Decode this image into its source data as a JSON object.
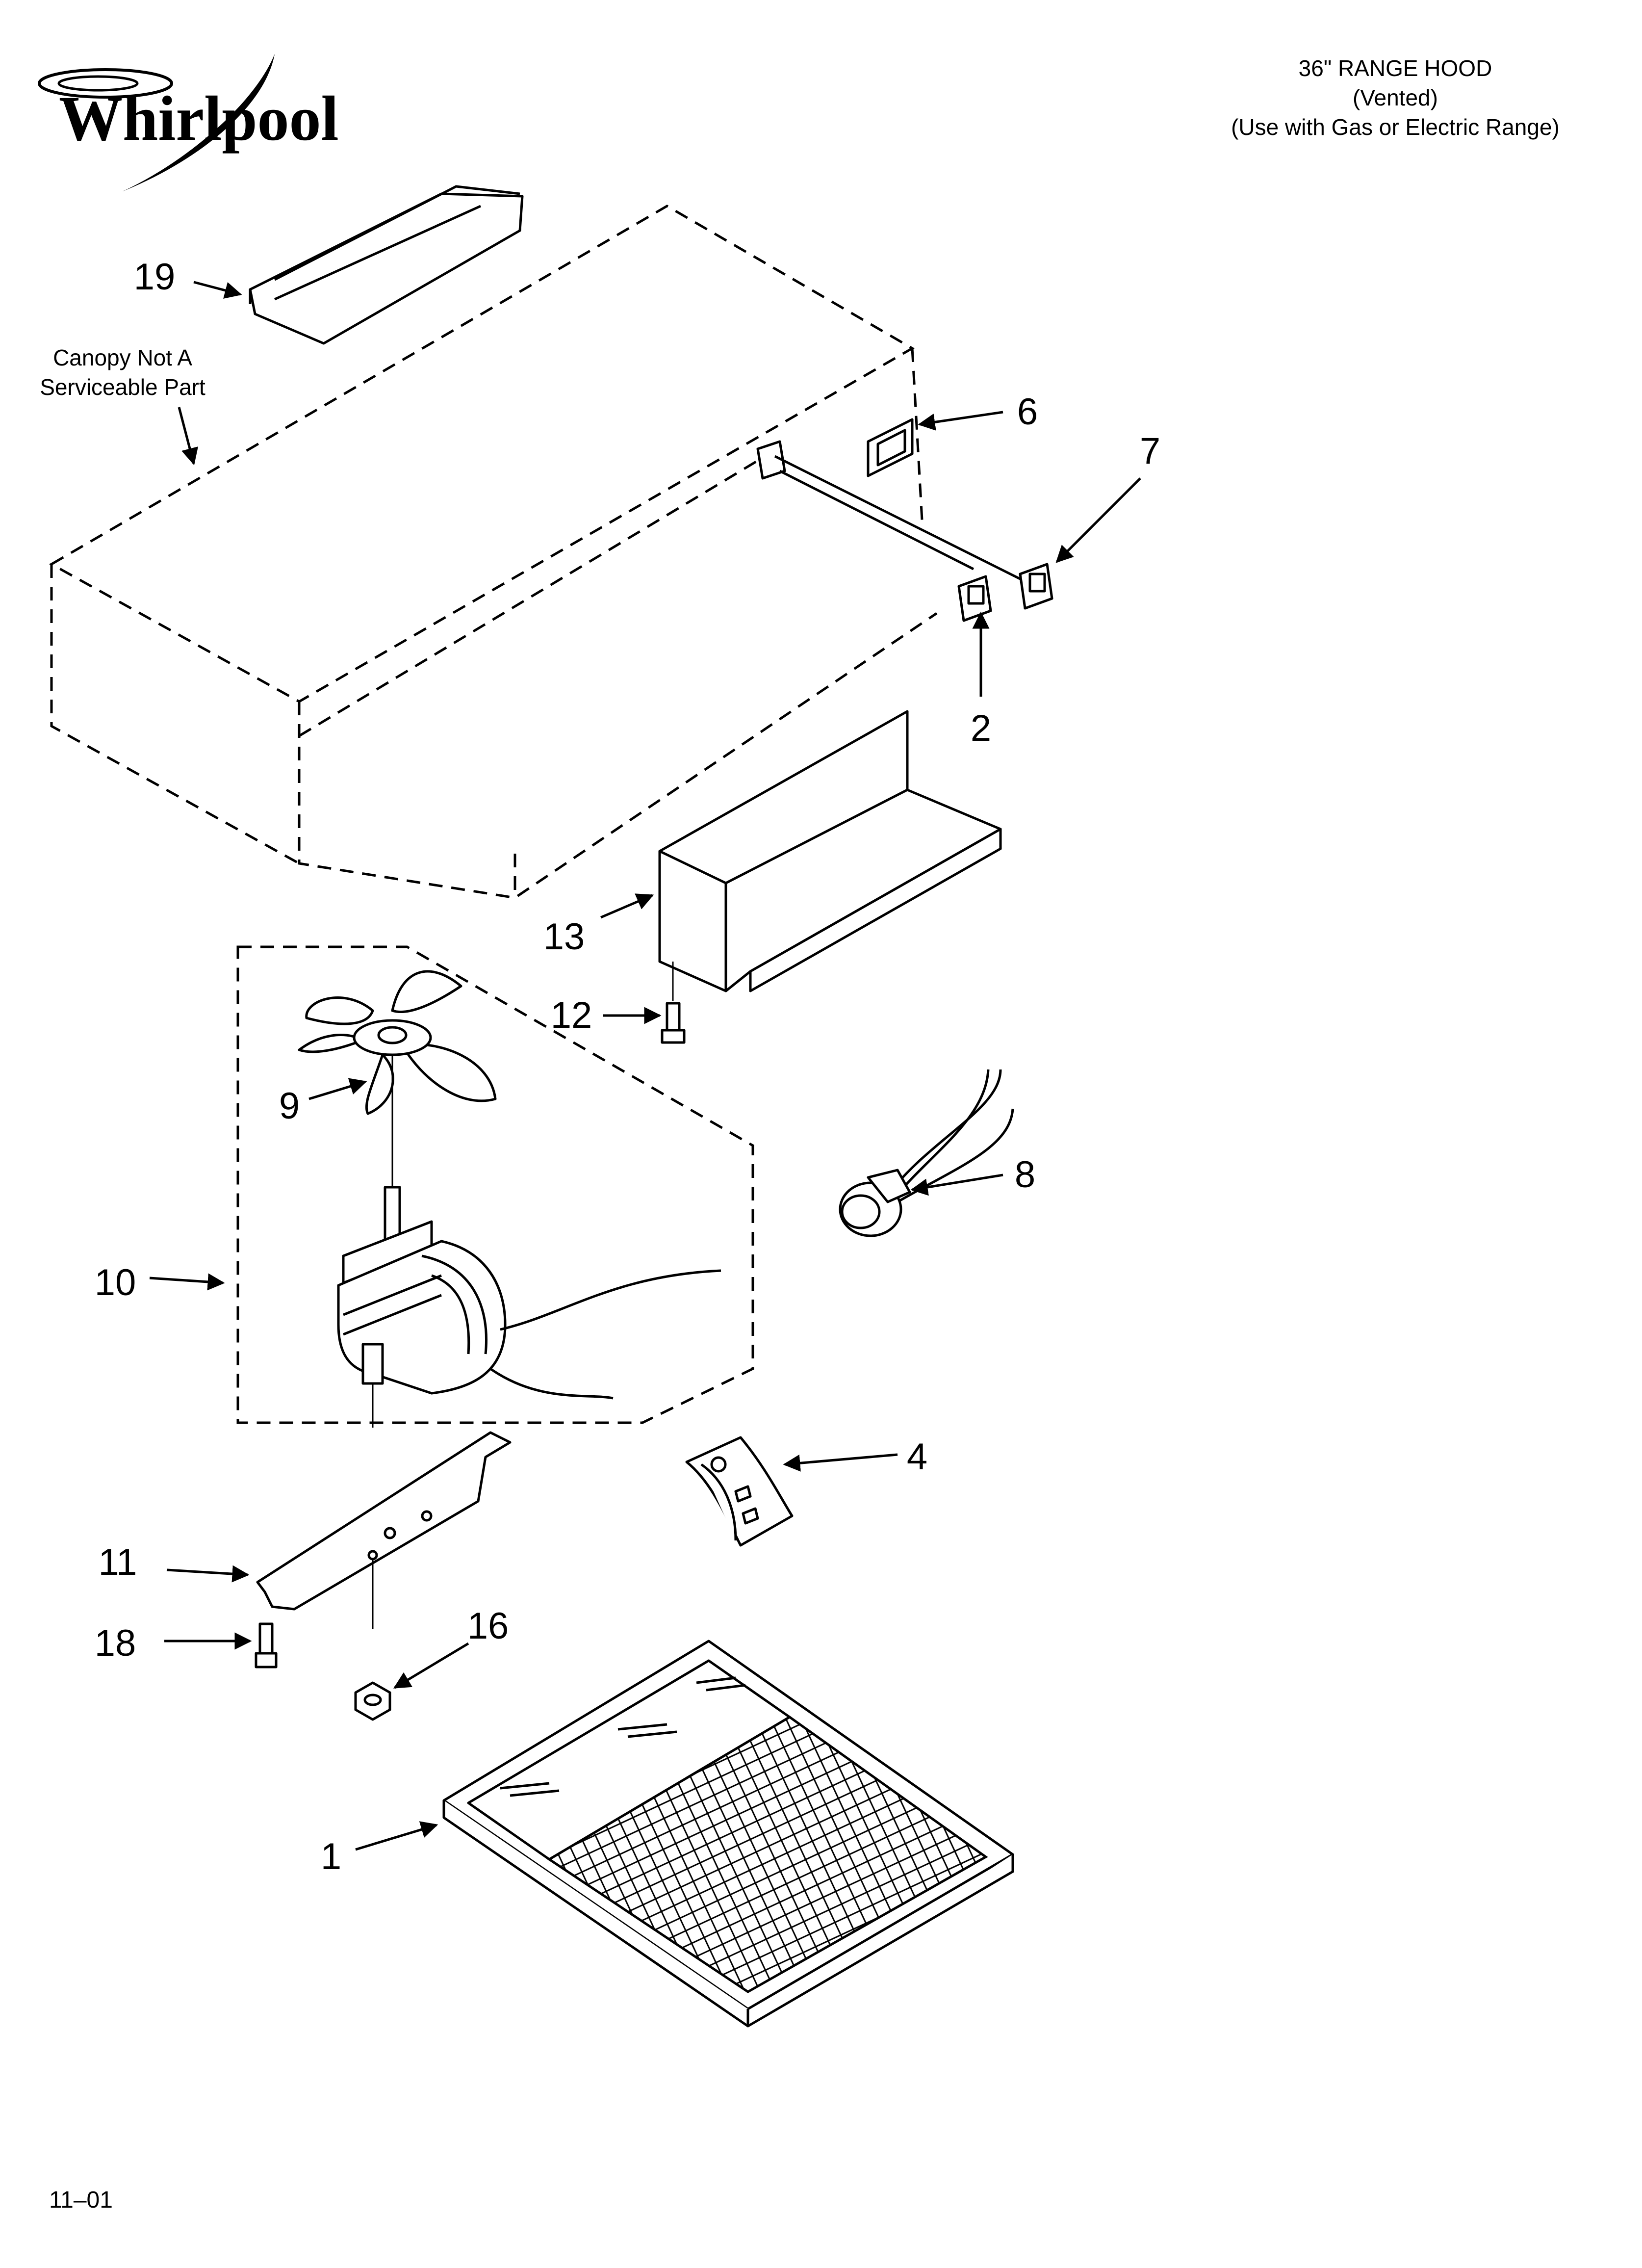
{
  "brand": {
    "logo_text": "Whirlpool"
  },
  "header": {
    "title": "36\" RANGE HOOD",
    "subtitle": "(Vented)",
    "usage_note": "(Use with Gas or Electric Range)"
  },
  "canopy_note": {
    "line1": "Canopy Not A",
    "line2": "Serviceable Part"
  },
  "callouts": {
    "part_19": "19",
    "part_6": "6",
    "part_7": "7",
    "part_2": "2",
    "part_13": "13",
    "part_12": "12",
    "part_9": "9",
    "part_8": "8",
    "part_10": "10",
    "part_4": "4",
    "part_11": "11",
    "part_18": "18",
    "part_16": "16",
    "part_1": "1"
  },
  "footer": {
    "date_code": "11–01"
  }
}
